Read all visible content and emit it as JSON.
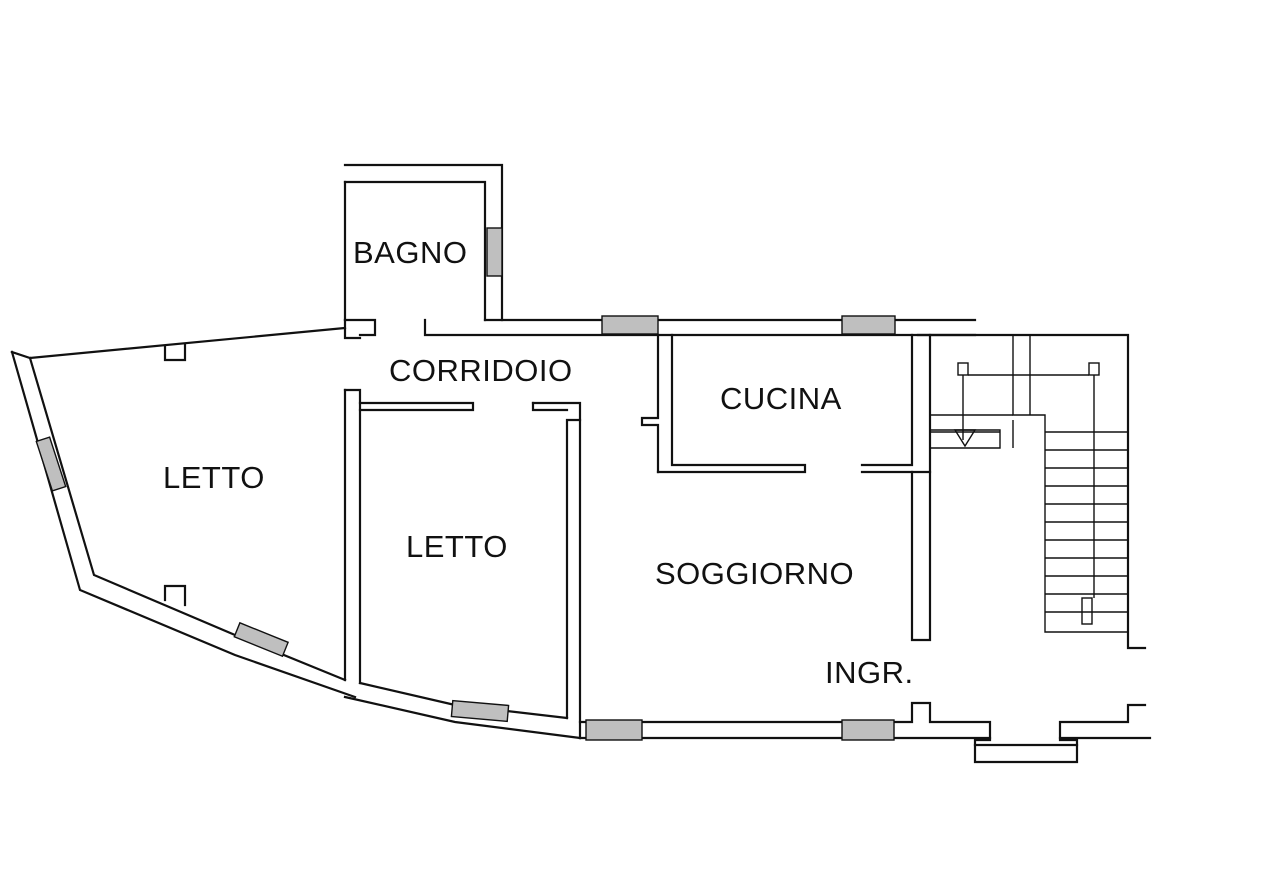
{
  "rooms": {
    "bagno": "BAGNO",
    "corridoio": "CORRIDOIO",
    "cucina": "CUCINA",
    "letto_left": "LETTO",
    "letto_center": "LETTO",
    "soggiorno": "SOGGIORNO",
    "ingresso": "INGR."
  },
  "colors": {
    "wall": "#111111",
    "window_fill": "#bfbfbf",
    "background": "#ffffff"
  }
}
